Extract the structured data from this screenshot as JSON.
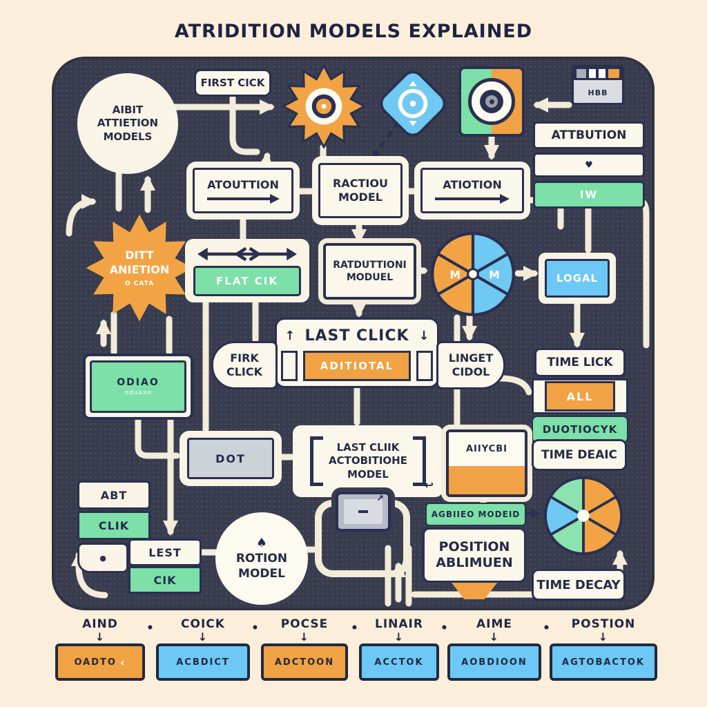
{
  "title": "ATRIDITION MODELS EXPLAINED",
  "colors": {
    "panel": "#383c4e",
    "cream": "#f9f4e6",
    "navy": "#242b47",
    "orange": "#f0a245",
    "green": "#7ce0a8",
    "blue": "#6dc8f5"
  },
  "glyphs": {
    "heart": "♥",
    "dot": "●",
    "return": "↩",
    "up": "↑",
    "down": "↓",
    "spade": "♠",
    "screen_arrow": "↗",
    "separator": "•",
    "legend_arrow": "↓",
    "chevron_left": "‹"
  },
  "nodes": {
    "attribution_circle": "AIBIT\nATTIETION\nMODELS",
    "first_click_label": "FIRST CICK",
    "window_icon_label": "HBB",
    "atoution_box": "ATOUTTION",
    "ractiou_box": "RACTIOU\nMODEL",
    "atiotion_box": "ATIOTION",
    "attribution_card": {
      "title": "ATTBUTION",
      "badge": "IW"
    },
    "ditt_star": {
      "text": "DITT\nANIETION",
      "subtext": "O CATA"
    },
    "flat_cik_box": "FLAT CIK",
    "ratbuttion_box": "RATDUTTIONI\nMODUEL",
    "last_click_box": {
      "title": "LAST CLICK",
      "band": "ADITIOTAL"
    },
    "firk_click_pill": "FIRK\nCLICK",
    "linget_pill": "LINGET\nCIDOL",
    "logal_box": "LOGAL",
    "time_lick_label": "TIME LICK",
    "all_box": "ALL",
    "duotiocyk_box": "DUOTIOCYK",
    "diad_screen": {
      "text": "ODIAO",
      "subtext": "oduaxo"
    },
    "dot_box": "DOT",
    "last_cliik_box": "LAST CLIIK\nACTOBITIOHE\nMODEL",
    "aiiycbi_box": "AIIYCBI",
    "time_deaic_label": "TIME DEAIC",
    "abt_box": "ABT",
    "clik_box": "CLIK",
    "lest_box": "LEST",
    "cik_box": "CIK",
    "rotion_circle": "ROTION\nMODEL",
    "position_band": "AGBIIEO MODEID",
    "position_box": "POSITION\nABLIMUEN",
    "time_decay_label": "TIME DECAY",
    "pie1_letter_left": "M",
    "pie1_letter_right": "M"
  },
  "legend": {
    "separator": "•",
    "items": [
      {
        "label": "AIND",
        "value": "OADTO",
        "suffix": "‹",
        "color": "orange"
      },
      {
        "label": "COICK",
        "value": "ACBDICT",
        "color": "blue"
      },
      {
        "label": "POCSE",
        "value": "ADCTOON",
        "color": "orange"
      },
      {
        "label": "LINAIR",
        "value": "ACCTOK",
        "color": "blue"
      },
      {
        "label": "AIME",
        "value": "AOBDIOON",
        "color": "blue"
      },
      {
        "label": "POSTION",
        "value": "AGTOBACTOK",
        "color": "blue"
      }
    ]
  }
}
